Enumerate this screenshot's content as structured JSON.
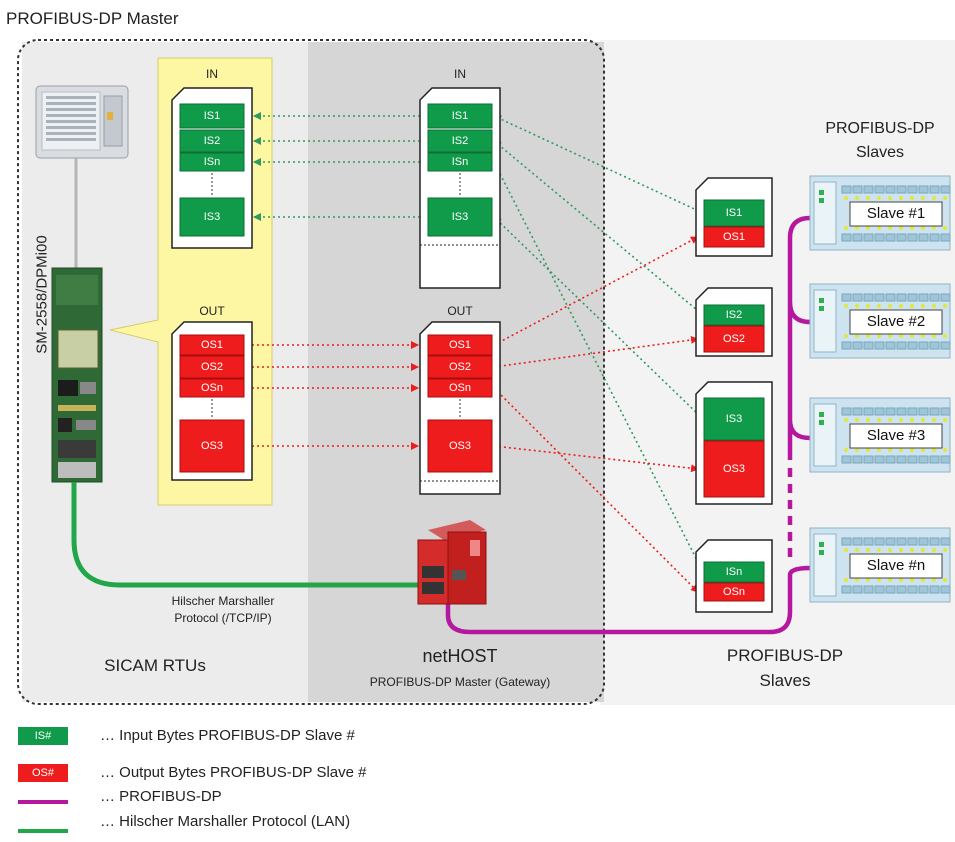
{
  "title": "PROFIBUS-DP Master",
  "sicam": {
    "label": "SICAM RTUs",
    "module_label": "SM-2558/DPMi00",
    "protocol_label_line1": "Hilscher Marshaller",
    "protocol_label_line2": "Protocol (/TCP/IP)"
  },
  "nethost": {
    "label": "netHOST",
    "sublabel": "PROFIBUS-DP Master (Gateway)"
  },
  "slaves_header_line1": "PROFIBUS-DP",
  "slaves_header_line2": "Slaves",
  "slaves_footer_line1": "PROFIBUS-DP",
  "slaves_footer_line2": "Slaves",
  "buffers": {
    "in_title": "IN",
    "out_title": "OUT",
    "in_items": [
      "IS1",
      "IS2",
      "ISn",
      "IS3"
    ],
    "out_items": [
      "OS1",
      "OS2",
      "OSn",
      "OS3"
    ]
  },
  "slave_images": [
    {
      "in": "IS1",
      "out": "OS1"
    },
    {
      "in": "IS2",
      "out": "OS2"
    },
    {
      "in": "IS3",
      "out": "OS3"
    },
    {
      "in": "ISn",
      "out": "OSn"
    }
  ],
  "slave_devices": [
    "Slave #1",
    "Slave #2",
    "Slave #3",
    "Slave #n"
  ],
  "legend": [
    {
      "swatch": "IS#",
      "text": "… Input Bytes PROFIBUS-DP Slave #"
    },
    {
      "swatch": "OS#",
      "text": "… Output Bytes PROFIBUS-DP Slave #"
    },
    {
      "swatch": "",
      "text": "… PROFIBUS-DP"
    },
    {
      "swatch": "",
      "text": "… Hilscher Marshaller Protocol (LAN)"
    }
  ],
  "colors": {
    "input_green": "#109b4a",
    "output_red": "#ee1c1c",
    "profibus_line": "#b5179e",
    "lan_line": "#21a64a",
    "highlight_yellow": "#fdf6a3",
    "nethost_panel": "#d6d6d6",
    "master_panel": "#ececec",
    "slave_panel": "#f3f3f3"
  }
}
